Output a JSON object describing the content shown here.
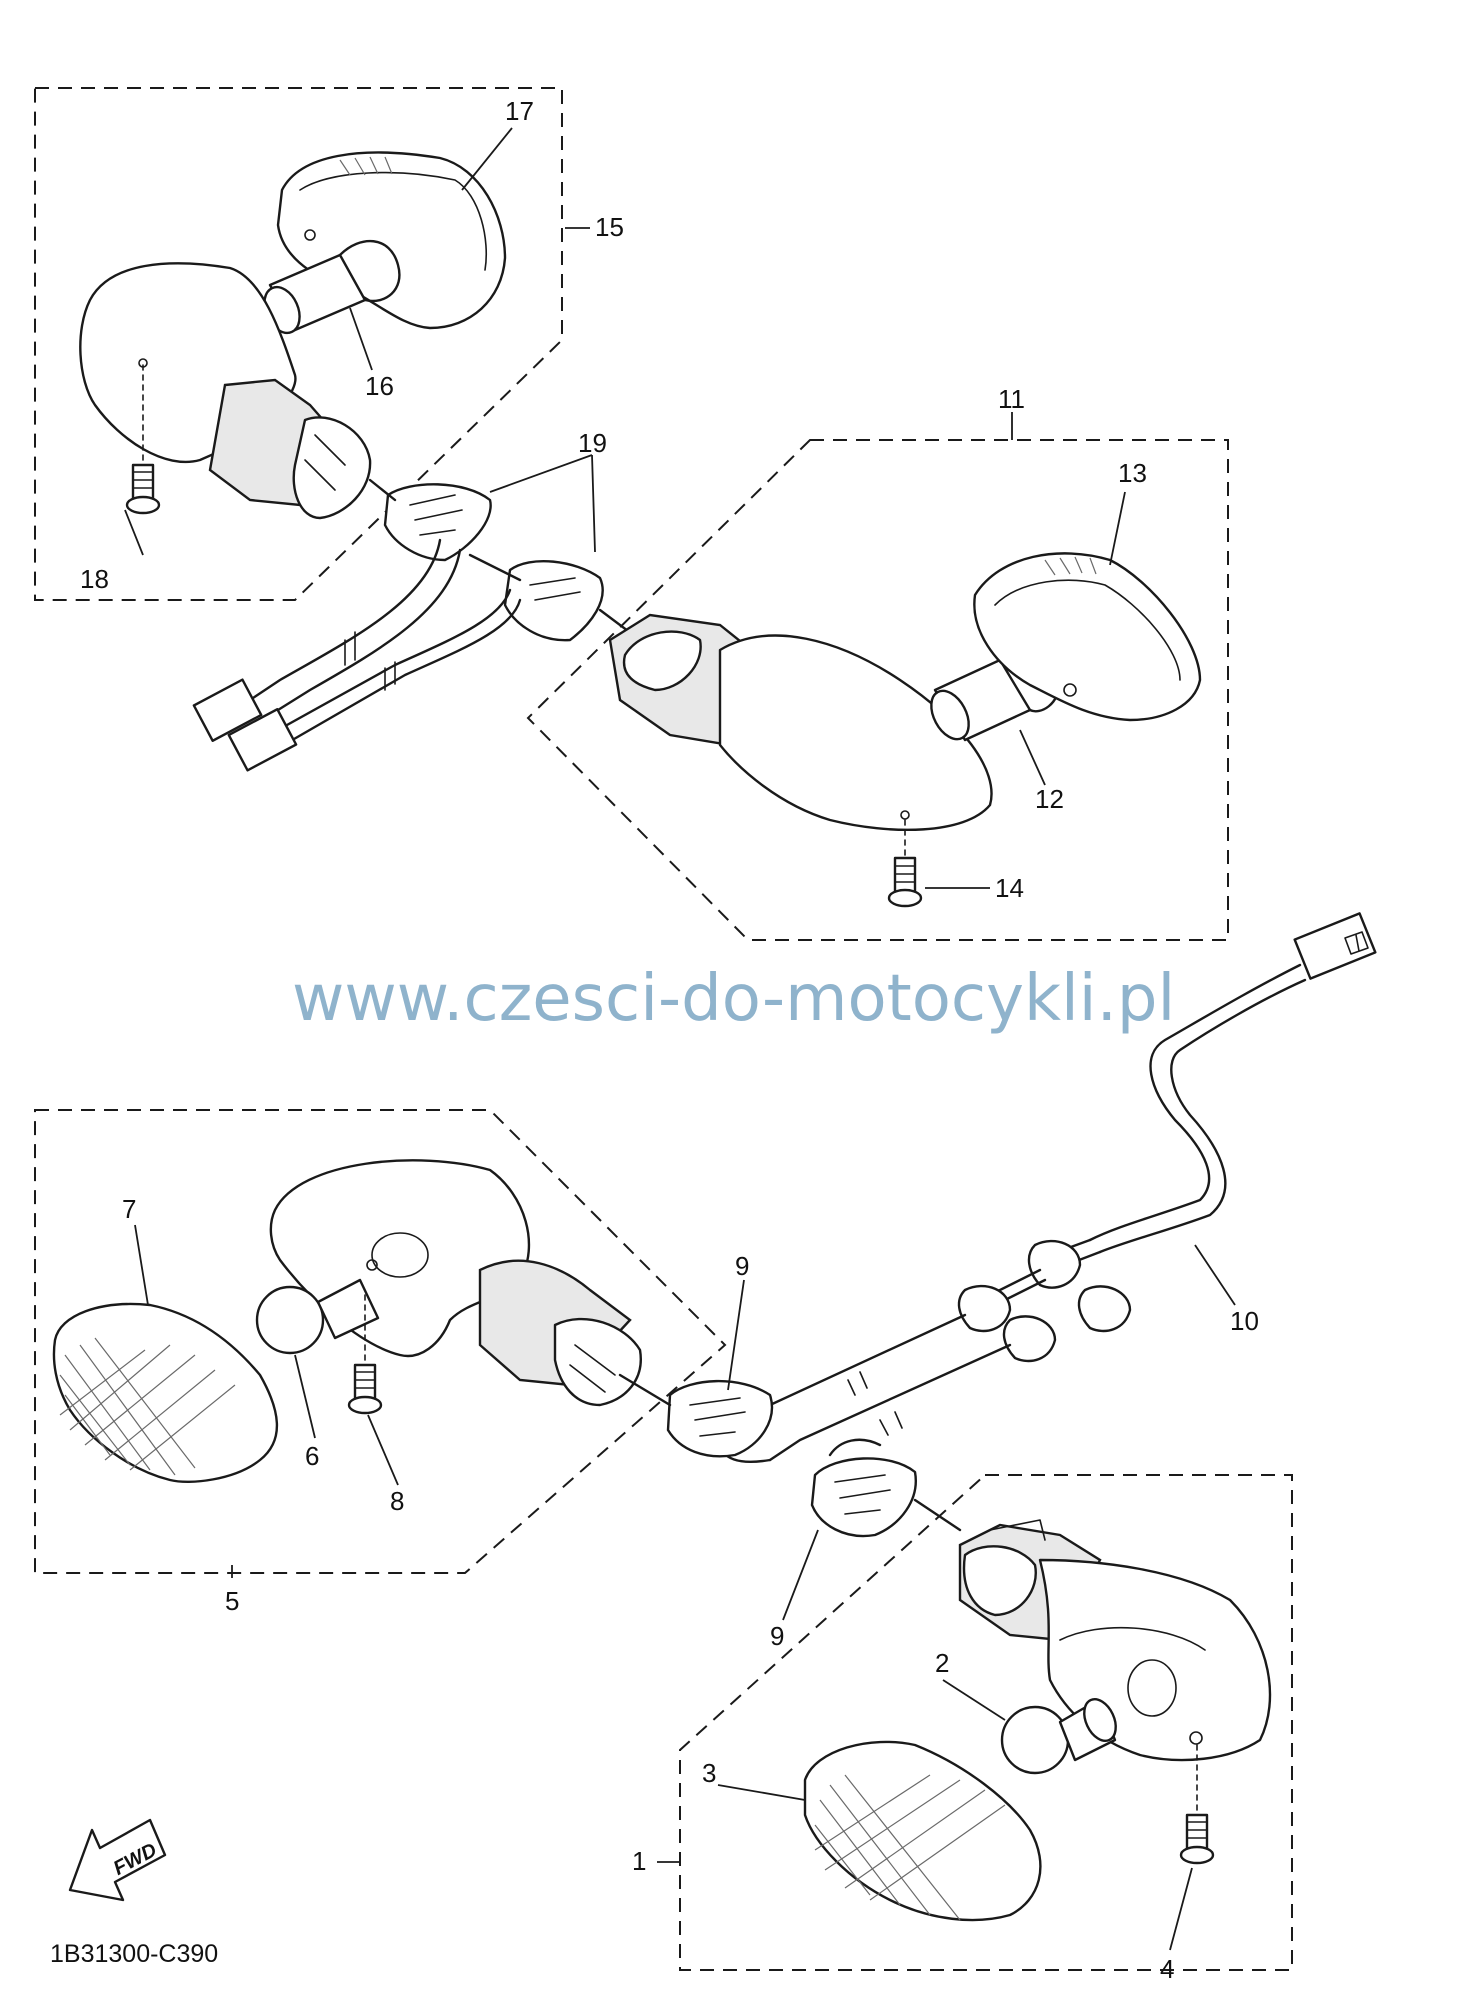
{
  "diagram_code": "1B31300-C390",
  "watermark": "www.czesci-do-motocykli.pl",
  "fwd_label": "FWD",
  "callouts": {
    "c1": "1",
    "c2": "2",
    "c3": "3",
    "c4": "4",
    "c5": "5",
    "c6": "6",
    "c7": "7",
    "c8": "8",
    "c9a": "9",
    "c9b": "9",
    "c10": "10",
    "c11": "11",
    "c12": "12",
    "c13": "13",
    "c14": "14",
    "c15": "15",
    "c16": "16",
    "c17": "17",
    "c18": "18",
    "c19": "19"
  }
}
